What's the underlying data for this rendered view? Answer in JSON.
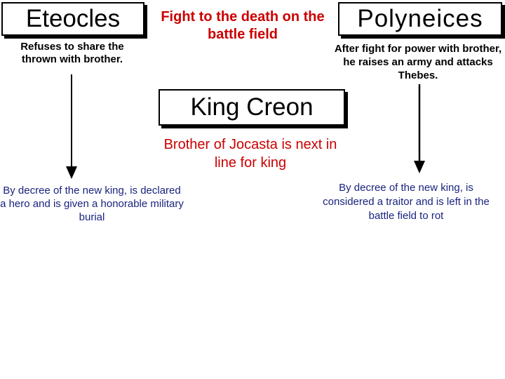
{
  "eteocles": {
    "name": "Eteocles",
    "description": "Refuses to share the thrown with brother.",
    "fate": "By decree of the new king, is declared a hero and is given a honorable military burial"
  },
  "center": {
    "event": "Fight to the death on the battle field",
    "king": "King Creon",
    "king_description": "Brother of Jocasta is next in line for king"
  },
  "polyneices": {
    "name": "Polyneices",
    "description": "After fight for power with brother, he raises an army and attacks Thebes.",
    "fate": "By decree of the new king, is considered a traitor and is left in the battle field to rot"
  },
  "colors": {
    "text_black": "#000000",
    "text_red": "#cc0000",
    "text_navy": "#1a237e",
    "background": "#ffffff"
  }
}
